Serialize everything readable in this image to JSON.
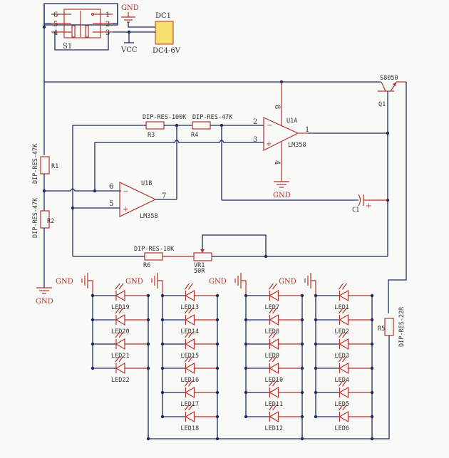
{
  "diagram": {
    "type": "circuit-schematic",
    "power": {
      "switch": {
        "ref": "S1",
        "pins": [
          "6",
          "5",
          "4",
          "1",
          "2",
          "3"
        ]
      },
      "gnd_label": "GND",
      "vcc_label": "VCC",
      "dc_source": {
        "ref": "DC1",
        "value": "DC4-6V",
        "fill": "#f5e06e"
      }
    },
    "transistor": {
      "ref": "Q1",
      "part": "S8050"
    },
    "opamps": [
      {
        "ref": "U1A",
        "part": "LM358",
        "pins": {
          "inv": "2",
          "noninv": "3",
          "out": "1",
          "vcc": "8",
          "gnd": "4"
        }
      },
      {
        "ref": "U1B",
        "part": "LM358",
        "pins": {
          "inv": "6",
          "noninv": "5",
          "out": "7"
        }
      }
    ],
    "resistors": [
      {
        "ref": "R1",
        "value": "DIP-RES-47K"
      },
      {
        "ref": "R2",
        "value": "DIP-RES-47K"
      },
      {
        "ref": "R3",
        "value": "DIP-RES-100K"
      },
      {
        "ref": "R4",
        "value": "DIP-RES-47K"
      },
      {
        "ref": "R5",
        "value": "DIP-RES-22R"
      },
      {
        "ref": "R6",
        "value": "DIP-RES-10K"
      }
    ],
    "potentiometer": {
      "ref": "VR1",
      "value": "50R"
    },
    "capacitor": {
      "ref": "C1",
      "polarity": "+"
    },
    "ground_labels": [
      "GND",
      "GND",
      "GND",
      "GND",
      "GND",
      "GND"
    ],
    "led_groups": [
      {
        "labels": [
          "LED19",
          "LED20",
          "LED21",
          "LED22"
        ]
      },
      {
        "labels": [
          "LED13",
          "LED14",
          "LED15",
          "LED16",
          "LED17",
          "LED18"
        ]
      },
      {
        "labels": [
          "LED7",
          "LED8",
          "LED9",
          "LED10",
          "LED11",
          "LED12"
        ]
      },
      {
        "labels": [
          "LED1",
          "LED2",
          "LED3",
          "LED4",
          "LED5",
          "LED6"
        ]
      }
    ],
    "colors": {
      "wire": "#1f2a66",
      "component": "#b5332b",
      "junction": "#1f2a66"
    }
  }
}
